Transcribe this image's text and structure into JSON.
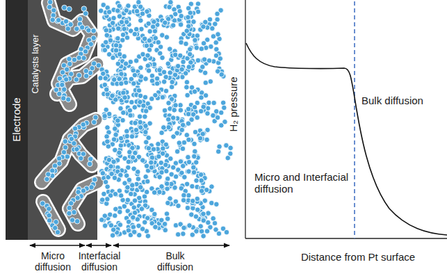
{
  "diagram": {
    "nodes": [
      {
        "text": [
          "Electrode"
        ]
      },
      {
        "text": [
          "Catalysts layer"
        ]
      }
    ],
    "labels": [
      "Micro diffusion",
      "Interfacial diffusion",
      "Bulk diffusion",
      "H₂ pressure",
      "Micro and Interfacial diffusion",
      "Bulk diffusion",
      "Distance from Pt surface"
    ]
  }
}
